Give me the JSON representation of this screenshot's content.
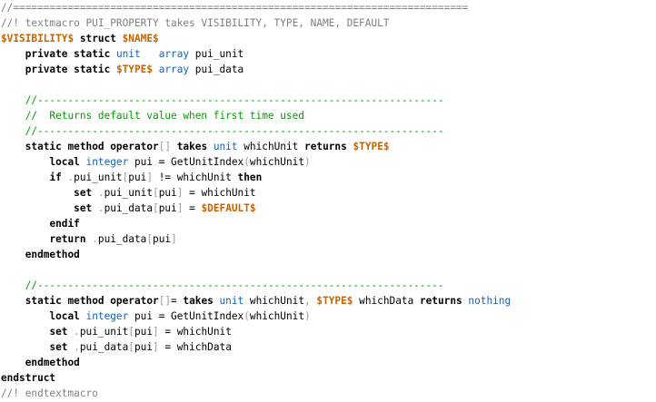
{
  "editor": {
    "colors": {
      "background": "#ffffff",
      "comment": "#808080",
      "green_comment": "#00a000",
      "keyword": "#000000",
      "type": "#1560bd",
      "macro": "#c86400",
      "punctuation": "#9c9c9c"
    },
    "lines": [
      [
        [
          "comment",
          "//==========================================================================="
        ]
      ],
      [
        [
          "comment",
          "//! textmacro PUI_PROPERTY takes VISIBILITY, TYPE, NAME, DEFAULT"
        ]
      ],
      [
        [
          "macro",
          "$VISIBILITY$"
        ],
        [
          "plain",
          " "
        ],
        [
          "kw",
          "struct"
        ],
        [
          "plain",
          " "
        ],
        [
          "macro",
          "$NAME$"
        ]
      ],
      [
        [
          "plain",
          "    "
        ],
        [
          "kw",
          "private"
        ],
        [
          "plain",
          " "
        ],
        [
          "kw",
          "static"
        ],
        [
          "plain",
          " "
        ],
        [
          "type",
          "unit"
        ],
        [
          "plain",
          "   "
        ],
        [
          "type",
          "array"
        ],
        [
          "plain",
          " pui_unit"
        ]
      ],
      [
        [
          "plain",
          "    "
        ],
        [
          "kw",
          "private"
        ],
        [
          "plain",
          " "
        ],
        [
          "kw",
          "static"
        ],
        [
          "plain",
          " "
        ],
        [
          "macro",
          "$TYPE$"
        ],
        [
          "plain",
          " "
        ],
        [
          "type",
          "array"
        ],
        [
          "plain",
          " pui_data"
        ]
      ],
      [
        [
          "plain",
          ""
        ]
      ],
      [
        [
          "plain",
          "    "
        ],
        [
          "green",
          "//-------------------------------------------------------------------"
        ]
      ],
      [
        [
          "plain",
          "    "
        ],
        [
          "green",
          "//  Returns default value when first time used"
        ]
      ],
      [
        [
          "plain",
          "    "
        ],
        [
          "green",
          "//-------------------------------------------------------------------"
        ]
      ],
      [
        [
          "plain",
          "    "
        ],
        [
          "kw",
          "static"
        ],
        [
          "plain",
          " "
        ],
        [
          "kw",
          "method"
        ],
        [
          "plain",
          " "
        ],
        [
          "kw",
          "operator"
        ],
        [
          "punct",
          "[]"
        ],
        [
          "plain",
          " "
        ],
        [
          "kw",
          "takes"
        ],
        [
          "plain",
          " "
        ],
        [
          "type",
          "unit"
        ],
        [
          "plain",
          " whichUnit "
        ],
        [
          "kw",
          "returns"
        ],
        [
          "plain",
          " "
        ],
        [
          "macro",
          "$TYPE$"
        ]
      ],
      [
        [
          "plain",
          "        "
        ],
        [
          "kw",
          "local"
        ],
        [
          "plain",
          " "
        ],
        [
          "type",
          "integer"
        ],
        [
          "plain",
          " pui = GetUnitIndex"
        ],
        [
          "punct",
          "("
        ],
        [
          "plain",
          "whichUnit"
        ],
        [
          "punct",
          ")"
        ]
      ],
      [
        [
          "plain",
          "        "
        ],
        [
          "kw",
          "if"
        ],
        [
          "plain",
          " "
        ],
        [
          "punct",
          "."
        ],
        [
          "plain",
          "pui_unit"
        ],
        [
          "punct",
          "["
        ],
        [
          "plain",
          "pui"
        ],
        [
          "punct",
          "]"
        ],
        [
          "plain",
          " != whichUnit "
        ],
        [
          "kw",
          "then"
        ]
      ],
      [
        [
          "plain",
          "            "
        ],
        [
          "kw",
          "set"
        ],
        [
          "plain",
          " "
        ],
        [
          "punct",
          "."
        ],
        [
          "plain",
          "pui_unit"
        ],
        [
          "punct",
          "["
        ],
        [
          "plain",
          "pui"
        ],
        [
          "punct",
          "]"
        ],
        [
          "plain",
          " = whichUnit"
        ]
      ],
      [
        [
          "plain",
          "            "
        ],
        [
          "kw",
          "set"
        ],
        [
          "plain",
          " "
        ],
        [
          "punct",
          "."
        ],
        [
          "plain",
          "pui_data"
        ],
        [
          "punct",
          "["
        ],
        [
          "plain",
          "pui"
        ],
        [
          "punct",
          "]"
        ],
        [
          "plain",
          " = "
        ],
        [
          "macro",
          "$DEFAULT$"
        ]
      ],
      [
        [
          "plain",
          "        "
        ],
        [
          "kw",
          "endif"
        ]
      ],
      [
        [
          "plain",
          "        "
        ],
        [
          "kw",
          "return"
        ],
        [
          "plain",
          " "
        ],
        [
          "punct",
          "."
        ],
        [
          "plain",
          "pui_data"
        ],
        [
          "punct",
          "["
        ],
        [
          "plain",
          "pui"
        ],
        [
          "punct",
          "]"
        ]
      ],
      [
        [
          "plain",
          "    "
        ],
        [
          "kw",
          "endmethod"
        ]
      ],
      [
        [
          "plain",
          ""
        ]
      ],
      [
        [
          "plain",
          "    "
        ],
        [
          "green",
          "//-------------------------------------------------------------------"
        ]
      ],
      [
        [
          "plain",
          "    "
        ],
        [
          "kw",
          "static"
        ],
        [
          "plain",
          " "
        ],
        [
          "kw",
          "method"
        ],
        [
          "plain",
          " "
        ],
        [
          "kw",
          "operator"
        ],
        [
          "punct",
          "[]"
        ],
        [
          "plain",
          "= "
        ],
        [
          "kw",
          "takes"
        ],
        [
          "plain",
          " "
        ],
        [
          "type",
          "unit"
        ],
        [
          "plain",
          " whichUnit"
        ],
        [
          "punct",
          ","
        ],
        [
          "plain",
          " "
        ],
        [
          "macro",
          "$TYPE$"
        ],
        [
          "plain",
          " whichData "
        ],
        [
          "kw",
          "returns"
        ],
        [
          "plain",
          " "
        ],
        [
          "type",
          "nothing"
        ]
      ],
      [
        [
          "plain",
          "        "
        ],
        [
          "kw",
          "local"
        ],
        [
          "plain",
          " "
        ],
        [
          "type",
          "integer"
        ],
        [
          "plain",
          " pui = GetUnitIndex"
        ],
        [
          "punct",
          "("
        ],
        [
          "plain",
          "whichUnit"
        ],
        [
          "punct",
          ")"
        ]
      ],
      [
        [
          "plain",
          "        "
        ],
        [
          "kw",
          "set"
        ],
        [
          "plain",
          " "
        ],
        [
          "punct",
          "."
        ],
        [
          "plain",
          "pui_unit"
        ],
        [
          "punct",
          "["
        ],
        [
          "plain",
          "pui"
        ],
        [
          "punct",
          "]"
        ],
        [
          "plain",
          " = whichUnit"
        ]
      ],
      [
        [
          "plain",
          "        "
        ],
        [
          "kw",
          "set"
        ],
        [
          "plain",
          " "
        ],
        [
          "punct",
          "."
        ],
        [
          "plain",
          "pui_data"
        ],
        [
          "punct",
          "["
        ],
        [
          "plain",
          "pui"
        ],
        [
          "punct",
          "]"
        ],
        [
          "plain",
          " = whichData"
        ]
      ],
      [
        [
          "plain",
          "    "
        ],
        [
          "kw",
          "endmethod"
        ]
      ],
      [
        [
          "kw",
          "endstruct"
        ]
      ],
      [
        [
          "comment",
          "//! endtextmacro"
        ]
      ]
    ]
  }
}
